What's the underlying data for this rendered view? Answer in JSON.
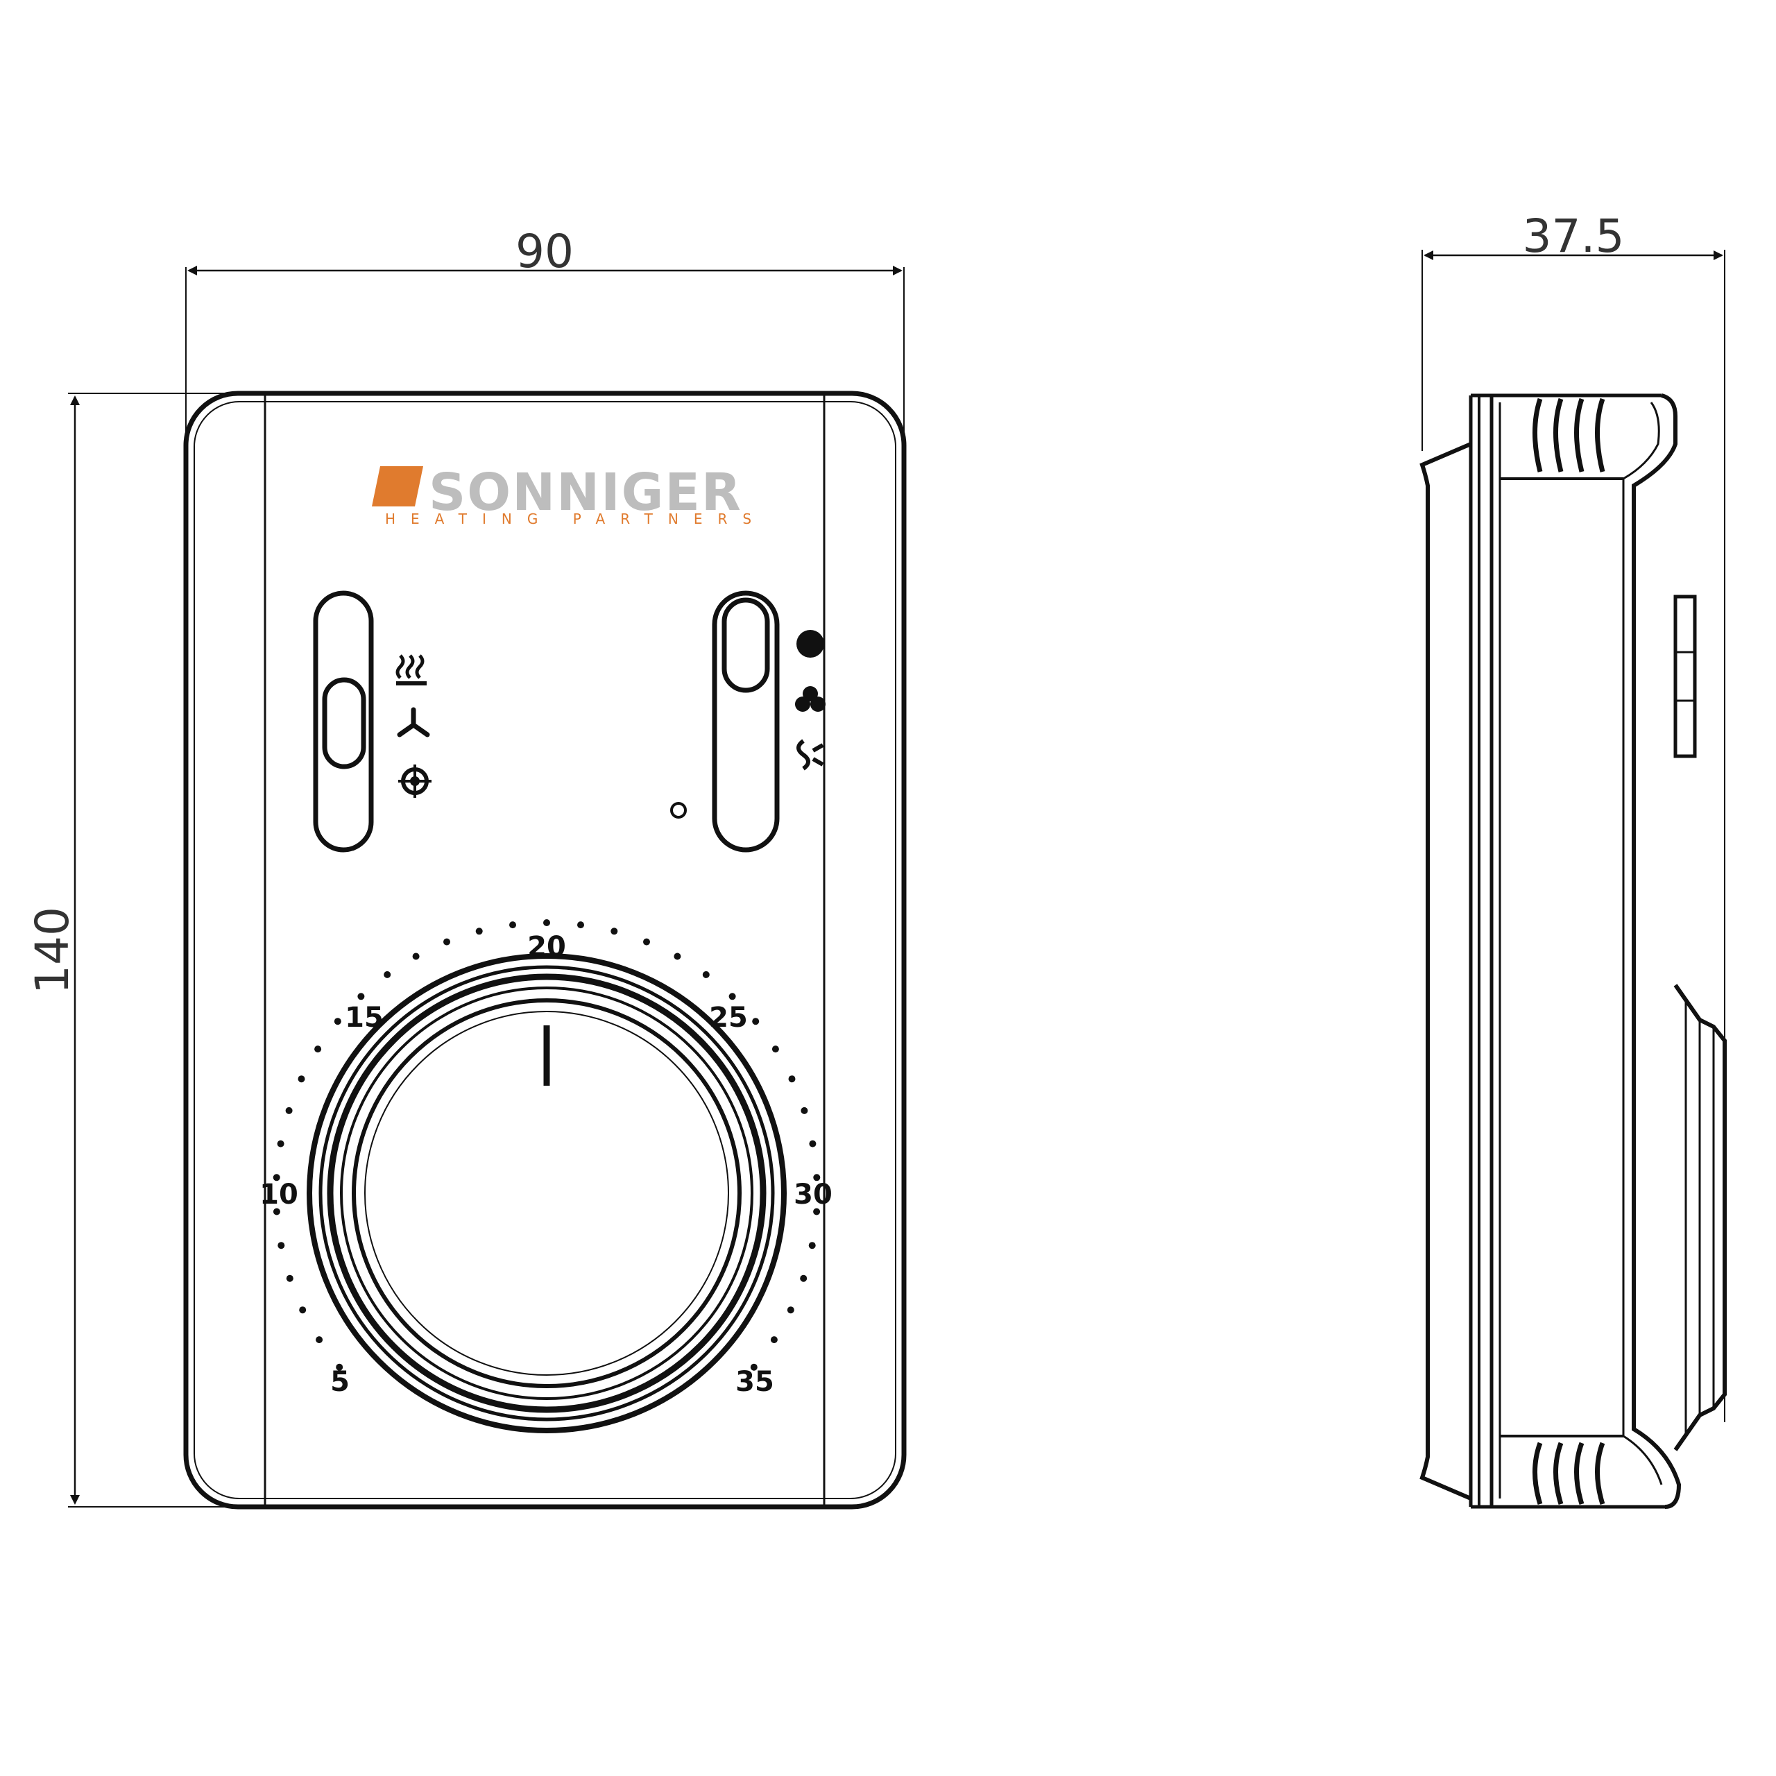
{
  "dimensions": {
    "width": "90",
    "height": "140",
    "depth": "37.5"
  },
  "brand": {
    "name": "SONNIGER",
    "tagline": "HEATING PARTNERS",
    "accent_color": "#e07b2e"
  },
  "mode_switch": {
    "icons": [
      "heating-coil-icon",
      "fan-icon",
      "cooling-icon"
    ]
  },
  "speed_switch": {
    "icons": [
      "speed-high-icon",
      "speed-medium-icon",
      "speed-low-icon"
    ]
  },
  "dial": {
    "scale": [
      "5",
      "10",
      "15",
      "20",
      "25",
      "30",
      "35"
    ]
  }
}
